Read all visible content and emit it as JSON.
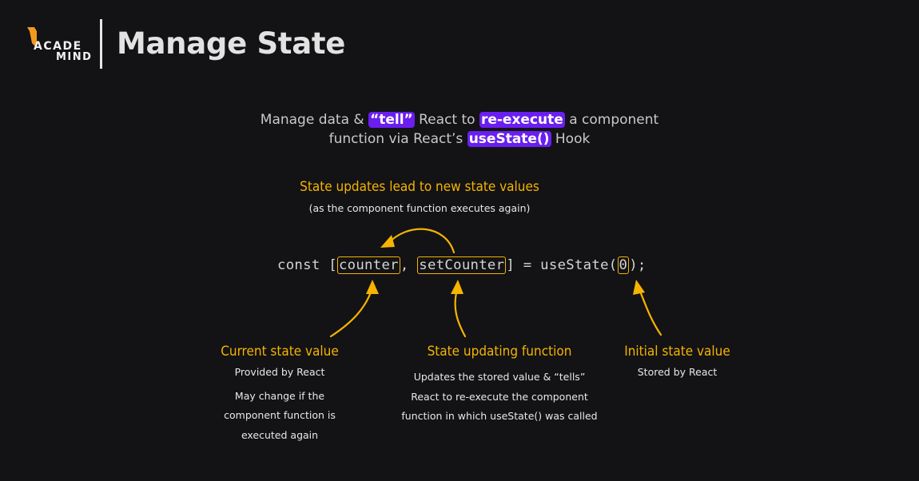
{
  "header": {
    "logo_line1": "ACADE",
    "logo_line2": "MIND",
    "title": "Manage State"
  },
  "subtitle": {
    "line1_a": "Manage data & ",
    "line1_hl1": "“tell”",
    "line1_b": " React to ",
    "line1_hl2": "re-execute",
    "line1_c": " a component",
    "line2_a": "function via React’s ",
    "line2_hl": "useState()",
    "line2_b": " Hook"
  },
  "top_note": {
    "title": "State updates lead to new state values",
    "sub": "(as the component function executes again)"
  },
  "code": {
    "prefix": "const [",
    "state_var": "counter",
    "comma": ", ",
    "setter": "setCounter",
    "middle": "] = useState(",
    "initial": "0",
    "suffix": ");"
  },
  "notes": {
    "current": {
      "title": "Current state value",
      "line1": "Provided by React",
      "line2": "May change if the",
      "line3": "component function is",
      "line4": "executed again"
    },
    "updating": {
      "title": "State updating function",
      "line1": "Updates the stored value & “tells”",
      "line2": "React to re-execute the component",
      "line3": "function in which useState() was called"
    },
    "initial": {
      "title": "Initial state value",
      "line1": "Stored by React"
    }
  },
  "colors": {
    "background": "#131215",
    "highlight": "#6a1ef0",
    "annotation": "#f4b400"
  }
}
